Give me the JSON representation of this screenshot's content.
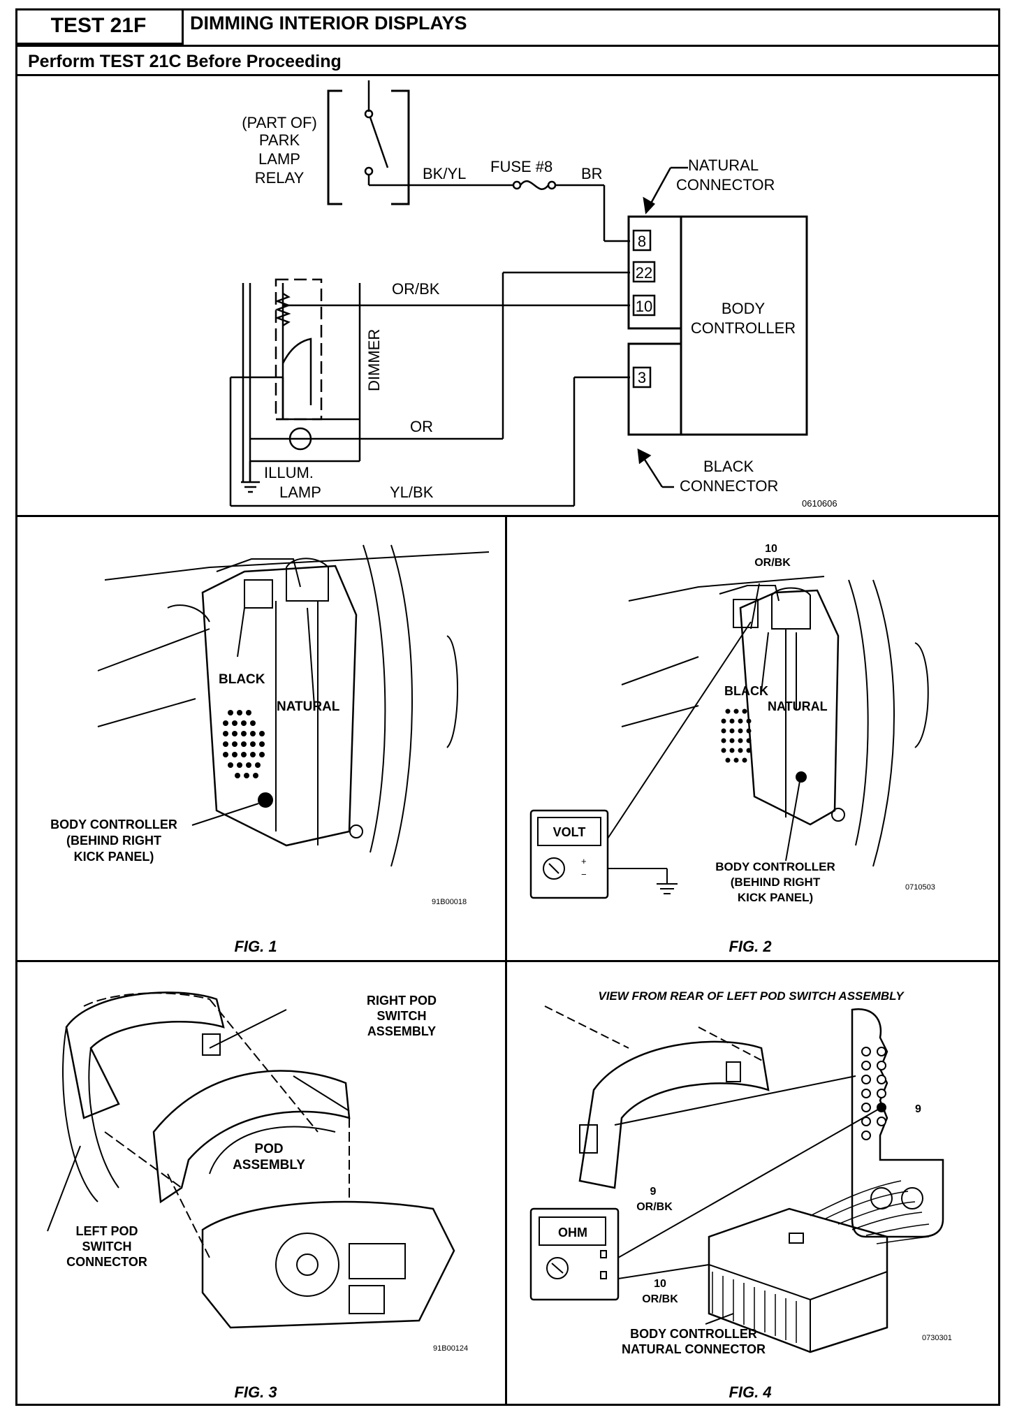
{
  "header": {
    "test_id": "TEST 21F",
    "title": "DIMMING INTERIOR DISPLAYS",
    "subtitle": "Perform TEST 21C Before Proceeding"
  },
  "schematic": {
    "relay_label_1": "(PART  OF)",
    "relay_label_2": "PARK",
    "relay_label_3": "LAMP",
    "relay_label_4": "RELAY",
    "wire_bkyl": "BK/YL",
    "fuse_label": "FUSE  #8",
    "wire_br": "BR",
    "natural_connector_1": "NATURAL",
    "natural_connector_2": "CONNECTOR",
    "pin_8": "8",
    "pin_22": "22",
    "pin_10": "10",
    "pin_3": "3",
    "body_controller_1": "BODY",
    "body_controller_2": "CONTROLLER",
    "wire_orbk": "OR/BK",
    "dimmer": "DIMMER",
    "wire_or": "OR",
    "illum_1": "ILLUM.",
    "illum_2": "LAMP",
    "wire_ylbk": "YL/BK",
    "black_connector_1": "BLACK",
    "black_connector_2": "CONNECTOR",
    "code": "0610606"
  },
  "fig1": {
    "black": "BLACK",
    "natural": "NATURAL",
    "callout_1": "BODY CONTROLLER",
    "callout_2": "(BEHIND RIGHT",
    "callout_3": "KICK PANEL)",
    "code": "91B00018",
    "caption": "FIG. 1"
  },
  "fig2": {
    "pin_label_1": "10",
    "pin_label_2": "OR/BK",
    "black": "BLACK",
    "natural": "NATURAL",
    "meter": "VOLT",
    "callout_1": "BODY CONTROLLER",
    "callout_2": "(BEHIND RIGHT",
    "callout_3": "KICK PANEL)",
    "code": "0710503",
    "caption": "FIG. 2"
  },
  "fig3": {
    "right_pod_1": "RIGHT POD",
    "right_pod_2": "SWITCH",
    "right_pod_3": "ASSEMBLY",
    "pod_1": "POD",
    "pod_2": "ASSEMBLY",
    "left_pod_1": "LEFT POD",
    "left_pod_2": "SWITCH",
    "left_pod_3": "CONNECTOR",
    "code": "91B00124",
    "caption": "FIG. 3"
  },
  "fig4": {
    "view_title": "VIEW FROM REAR OF LEFT POD SWITCH ASSEMBLY",
    "pin_9": "9",
    "wire9_1": "9",
    "wire9_2": "OR/BK",
    "meter": "OHM",
    "wire10_1": "10",
    "wire10_2": "OR/BK",
    "callout_1": "BODY CONTROLLER",
    "callout_2": "NATURAL CONNECTOR",
    "code": "0730301",
    "caption": "FIG. 4"
  }
}
